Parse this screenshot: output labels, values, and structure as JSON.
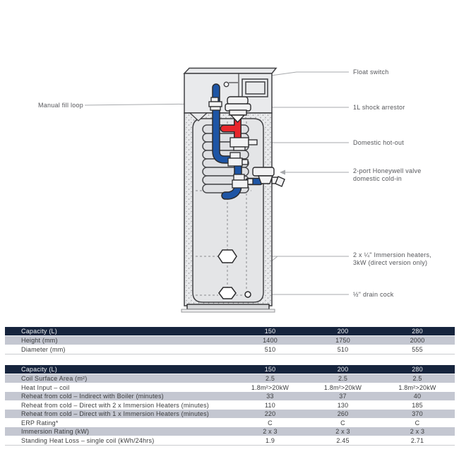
{
  "diagram": {
    "labels": {
      "manual_fill_loop": "Manual fill loop",
      "float_switch": "Float switch",
      "shock_arrestor": "1L shock arrestor",
      "domestic_hot_out": "Domestic hot-out",
      "honeywell_line1": "2-port Honeywell valve",
      "honeywell_line2": "domestic cold-in",
      "immersion_line1": "2 x ¼\" Immersion heaters,",
      "immersion_line2": "3kW (direct version only)",
      "drain_cock": "½\" drain cock"
    },
    "colors": {
      "cold_pipe_blue": "#1e55a5",
      "hot_pipe_red": "#e8262b",
      "tank_fill": "#e9eaec",
      "outline": "#414144"
    }
  },
  "tables": {
    "colors": {
      "header_bg": "#16243d",
      "header_text": "#edeff2",
      "alt_row_bg": "#c4c7d1",
      "row_text": "#3a3b3d"
    },
    "dimensions": {
      "header": [
        "Capacity (L)",
        "150",
        "200",
        "280"
      ],
      "rows": [
        [
          "Height (mm)",
          "1400",
          "1750",
          "2000"
        ],
        [
          "Diameter (mm)",
          "510",
          "510",
          "555"
        ]
      ]
    },
    "performance": {
      "header": [
        "Capacity (L)",
        "150",
        "200",
        "280"
      ],
      "rows": [
        [
          "Coil Surface Area (m²)",
          "2.5",
          "2.5",
          "2.5"
        ],
        [
          "Heat Input – coil",
          "1.8m²>20kW",
          "1.8m²>20kW",
          "1.8m²>20kW"
        ],
        [
          "Reheat from cold – Indirect with Boiler (minutes)",
          "33",
          "37",
          "40"
        ],
        [
          "Reheat from cold – Direct with 2 x Immersion Heaters (minutes)",
          "110",
          "130",
          "185"
        ],
        [
          "Reheat from cold – Direct with 1 x Immersion Heaters (minutes)",
          "220",
          "260",
          "370"
        ],
        [
          "ERP Rating*",
          "C",
          "C",
          "C"
        ],
        [
          "Immersion Rating (kW)",
          "2 x 3",
          "2 x 3",
          "2 x 3"
        ],
        [
          "Standing Heat Loss – single coil (kWh/24hrs)",
          "1.9",
          "2.45",
          "2.71"
        ]
      ]
    }
  }
}
